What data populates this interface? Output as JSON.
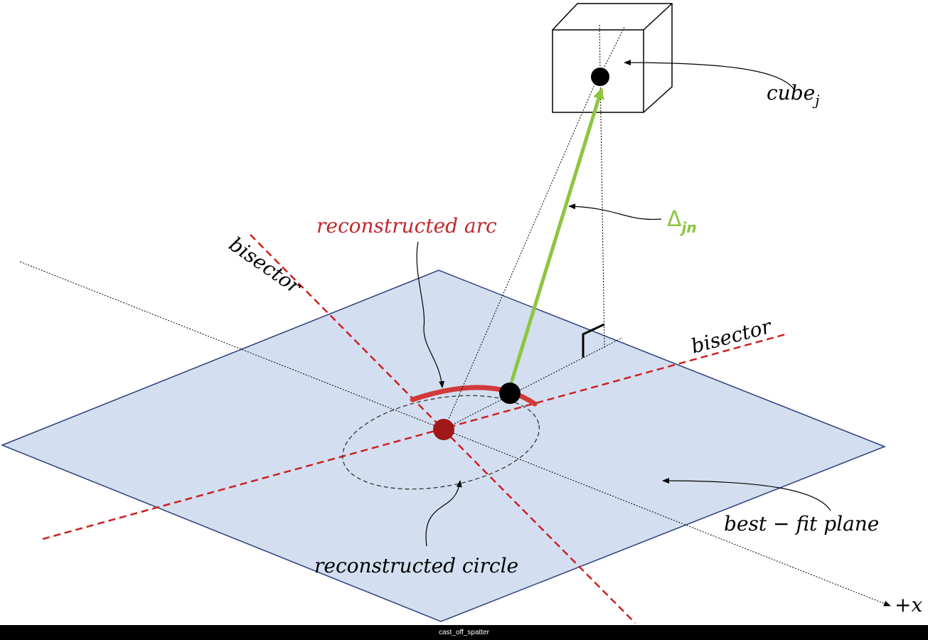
{
  "labels": {
    "cube": "cube",
    "cube_sub": "j",
    "delta": "Δ",
    "delta_sub": "jn",
    "reconstructed_arc": "reconstructed arc",
    "bisector_1": "bisector",
    "bisector_2": "bisector",
    "best_fit_plane": "best − fit plane",
    "reconstructed_circle": "reconstructed circle",
    "plus_x": "+x"
  },
  "caption": "cast_off_spatter",
  "colors": {
    "plane_fill": "#d3dff0",
    "plane_edge": "#2e3f7a",
    "bisector": "#cc2020",
    "arc": "#d23a3a",
    "center_point": "#a01818",
    "delta_arrow": "#8cc63f",
    "delta_label": "#8cc63f",
    "arc_label": "#c0282d"
  }
}
